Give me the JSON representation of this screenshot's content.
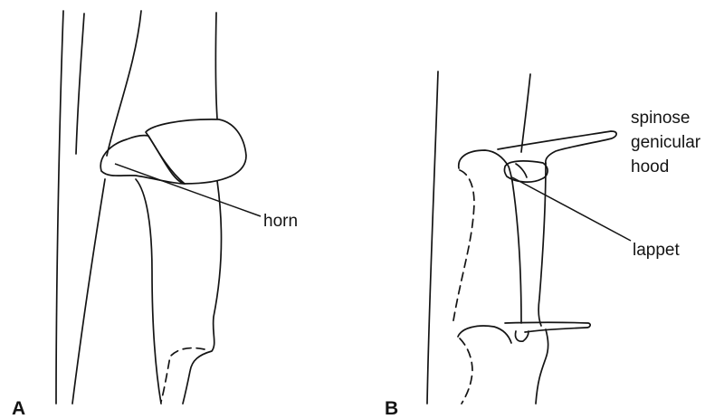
{
  "panels": [
    {
      "letter": "A",
      "labels": {
        "horn": "horn"
      }
    },
    {
      "letter": "B",
      "labels": {
        "hood_line1": "spinose",
        "hood_line2": "genicular",
        "hood_line3": "hood",
        "lappet": "lappet"
      }
    }
  ],
  "ink_color": "#141414"
}
